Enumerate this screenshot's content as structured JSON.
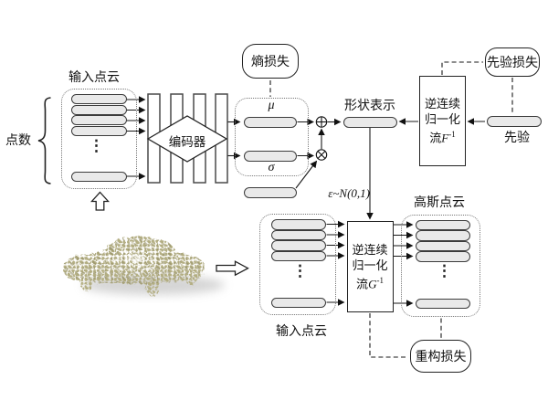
{
  "colors": {
    "line": "#1a1a1a",
    "pill_fill": "#e9e9e9",
    "pill_border": "#3c3c3c",
    "car_olive": "#b3ae82",
    "car_dark": "#8f8a60",
    "shadow": "#cbcbcb"
  },
  "labels": {
    "input_cloud_top": "输入点云",
    "point_count": "点数",
    "encoder": "编码器",
    "entropy_loss": "熵损失",
    "mu": "μ",
    "sigma": "σ",
    "epsilon": "ε~N(0,1)",
    "shape_repr": "形状表示",
    "prior": "先验",
    "prior_loss": "先验损失",
    "gaussian_cloud": "高斯点云",
    "input_cloud_bottom": "输入点云",
    "recon_loss": "重构损失",
    "ellipsis": "⋮"
  },
  "flow_f": {
    "line1": "逆连续",
    "line2": "归一化",
    "line3_prefix": "流",
    "variable": "F",
    "superscript": "-1"
  },
  "flow_g": {
    "line1": "逆连续",
    "line2": "归一化",
    "line3_prefix": "流",
    "variable": "G",
    "superscript": "-1"
  }
}
